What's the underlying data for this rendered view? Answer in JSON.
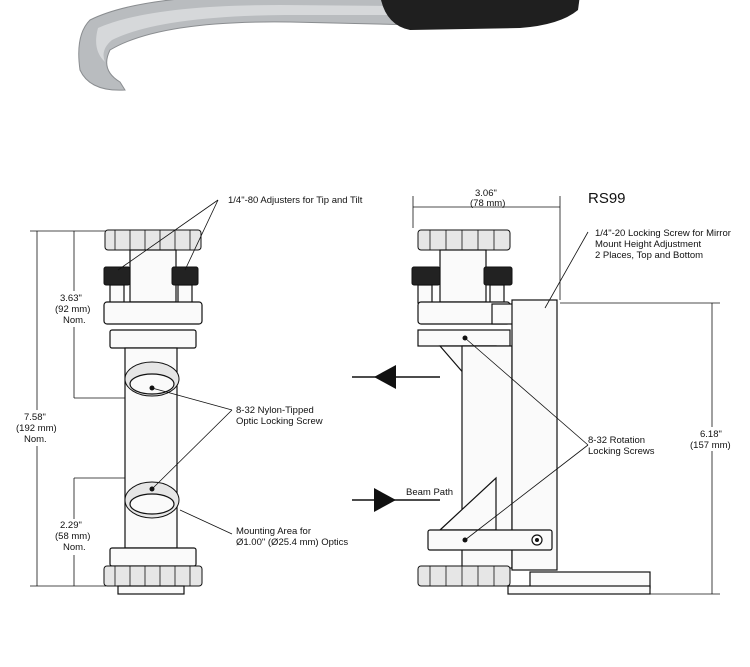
{
  "title": "RS99",
  "labels": {
    "adjusters": "1/4\"-80 Adjusters for Tip and Tilt",
    "locking_screw_line1": "8-32 Nylon-Tipped",
    "locking_screw_line2": "Optic Locking Screw",
    "mounting_area_line1": "Mounting Area for",
    "mounting_area_line2": "Ø1.00\" (Ø25.4 mm) Optics",
    "lock_height_line1": "1/4\"-20 Locking Screw for Mirror",
    "lock_height_line2": "Mount Height Adjustment",
    "lock_height_line3": "2 Places, Top and Bottom",
    "rotation_line1": "8-32 Rotation",
    "rotation_line2": "Locking Screws",
    "beam_path": "Beam Path"
  },
  "dimensions": {
    "total_height_in": "7.58\"",
    "total_height_mm": "(192 mm)",
    "total_height_note": "Nom.",
    "upper_in": "3.63\"",
    "upper_mm": "(92 mm)",
    "upper_note": "Nom.",
    "lower_in": "2.29\"",
    "lower_mm": "(58 mm)",
    "lower_note": "Nom.",
    "width_in": "3.06\"",
    "width_mm": "(78 mm)",
    "right_height_in": "6.18\"",
    "right_height_mm": "(157 mm)"
  }
}
